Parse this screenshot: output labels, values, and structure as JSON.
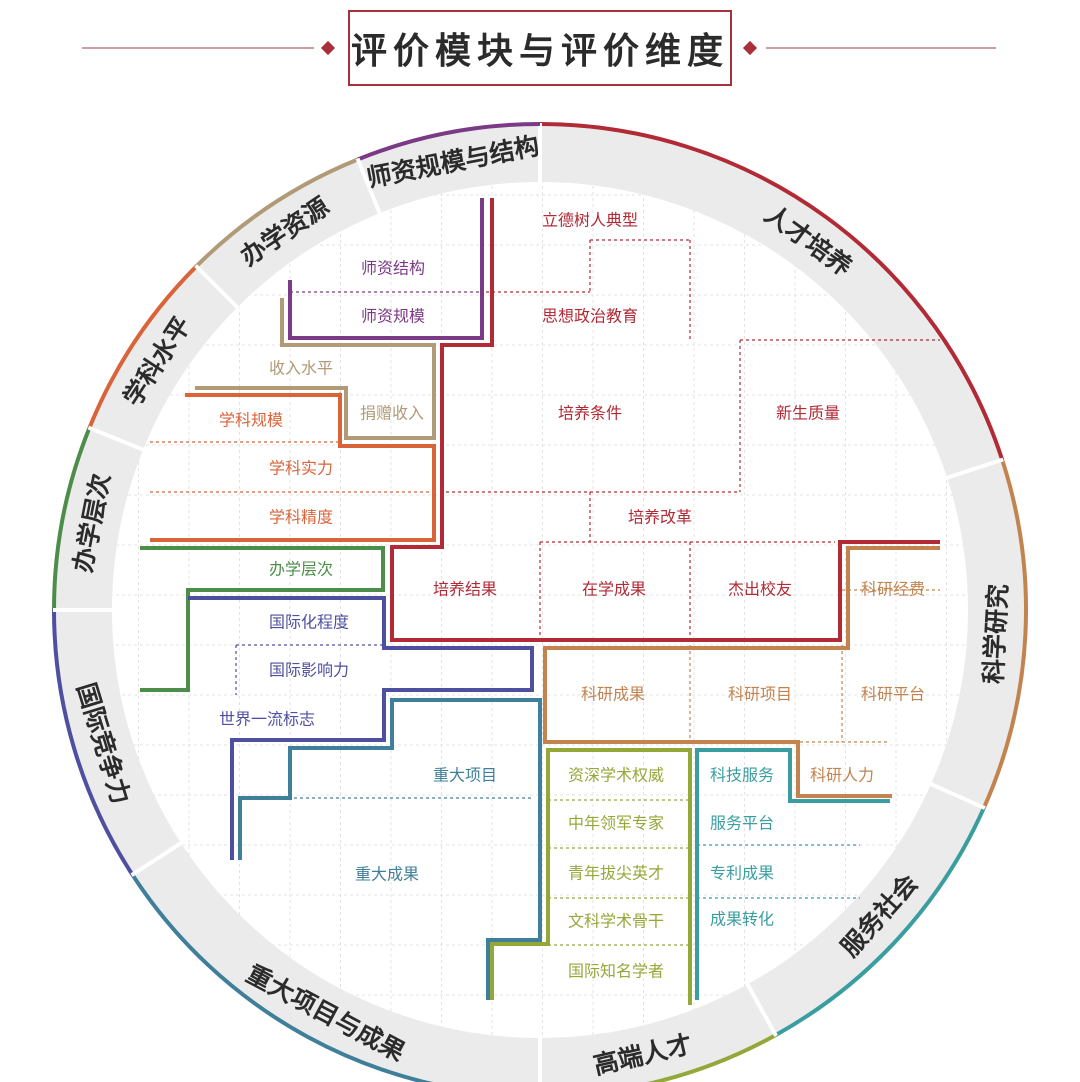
{
  "title": "评价模块与评价维度",
  "colors": {
    "talent": "#b12a35",
    "faculty": "#7b3a86",
    "resources": "#b09a78",
    "discipline": "#d9643a",
    "level": "#4c8d4a",
    "international": "#4f4fa0",
    "projects": "#3f7f9a",
    "elite": "#94a83a",
    "service": "#3a9ea0",
    "research": "#c2834e"
  },
  "modules": [
    {
      "id": "talent",
      "label": "人才培养",
      "color": "#b12a35"
    },
    {
      "id": "research",
      "label": "科学研究",
      "color": "#c2834e"
    },
    {
      "id": "service",
      "label": "服务社会",
      "color": "#3a9ea0"
    },
    {
      "id": "elite",
      "label": "高端人才",
      "color": "#94a83a"
    },
    {
      "id": "projects",
      "label": "重大项目与成果",
      "color": "#3f7f9a"
    },
    {
      "id": "international",
      "label": "国际竞争力",
      "color": "#4f4fa0"
    },
    {
      "id": "level",
      "label": "办学层次",
      "color": "#4c8d4a"
    },
    {
      "id": "discipline",
      "label": "学科水平",
      "color": "#d9643a"
    },
    {
      "id": "resources",
      "label": "办学资源",
      "color": "#b09a78"
    },
    {
      "id": "faculty",
      "label": "师资规模与结构",
      "color": "#7b3a86"
    }
  ],
  "dimensions": [
    {
      "id": "d1",
      "label": "立德树人典型",
      "group": "talent"
    },
    {
      "id": "d2",
      "label": "思想政治教育",
      "group": "talent"
    },
    {
      "id": "d3",
      "label": "培养条件",
      "group": "talent"
    },
    {
      "id": "d4",
      "label": "新生质量",
      "group": "talent"
    },
    {
      "id": "d5",
      "label": "培养改革",
      "group": "talent"
    },
    {
      "id": "d6",
      "label": "培养结果",
      "group": "talent"
    },
    {
      "id": "d7",
      "label": "在学成果",
      "group": "talent"
    },
    {
      "id": "d8",
      "label": "杰出校友",
      "group": "talent"
    },
    {
      "id": "d9",
      "label": "师资结构",
      "group": "faculty"
    },
    {
      "id": "d10",
      "label": "师资规模",
      "group": "faculty"
    },
    {
      "id": "d11",
      "label": "收入水平",
      "group": "resources"
    },
    {
      "id": "d12",
      "label": "捐赠收入",
      "group": "resources"
    },
    {
      "id": "d13",
      "label": "学科规模",
      "group": "discipline"
    },
    {
      "id": "d14",
      "label": "学科实力",
      "group": "discipline"
    },
    {
      "id": "d15",
      "label": "学科精度",
      "group": "discipline"
    },
    {
      "id": "d16",
      "label": "办学层次",
      "group": "level"
    },
    {
      "id": "d17",
      "label": "国际化程度",
      "group": "international"
    },
    {
      "id": "d18",
      "label": "国际影响力",
      "group": "international"
    },
    {
      "id": "d19",
      "label": "世界一流标志",
      "group": "international"
    },
    {
      "id": "d20",
      "label": "重大项目",
      "group": "projects"
    },
    {
      "id": "d21",
      "label": "重大成果",
      "group": "projects"
    },
    {
      "id": "d22",
      "label": "科研经费",
      "group": "research"
    },
    {
      "id": "d23",
      "label": "科研成果",
      "group": "research"
    },
    {
      "id": "d24",
      "label": "科研项目",
      "group": "research"
    },
    {
      "id": "d25",
      "label": "科研平台",
      "group": "research"
    },
    {
      "id": "d26",
      "label": "科研人力",
      "group": "research"
    },
    {
      "id": "d27",
      "label": "资深学术权威",
      "group": "elite"
    },
    {
      "id": "d28",
      "label": "中年领军专家",
      "group": "elite"
    },
    {
      "id": "d29",
      "label": "青年拔尖英才",
      "group": "elite"
    },
    {
      "id": "d30",
      "label": "文科学术骨干",
      "group": "elite"
    },
    {
      "id": "d31",
      "label": "国际知名学者",
      "group": "elite"
    },
    {
      "id": "d32",
      "label": "科技服务",
      "group": "service"
    },
    {
      "id": "d33",
      "label": "服务平台",
      "group": "service"
    },
    {
      "id": "d34",
      "label": "专利成果",
      "group": "service"
    },
    {
      "id": "d35",
      "label": "成果转化",
      "group": "service"
    }
  ]
}
